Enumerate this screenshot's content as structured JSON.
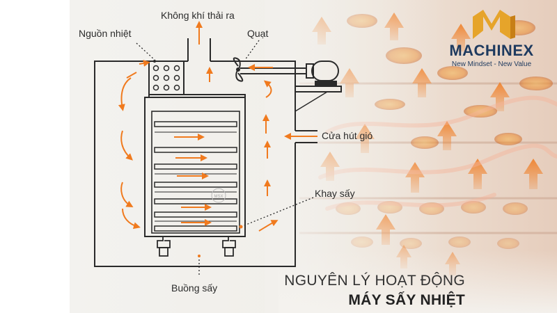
{
  "brand": {
    "name": "MACHINEX",
    "tagline": "New Mindset - New Value",
    "logo_icon": "m-letter-logo-icon"
  },
  "labels": {
    "exhaust": "Không khí thải ra",
    "heat_source": "Nguồn nhiệt",
    "fan": "Quạt",
    "air_intake": "Cửa hút gió",
    "tray": "Khay sấy",
    "chamber": "Buồng sấy",
    "watermark": "MSX"
  },
  "title": {
    "line1": "NGUYÊN LÝ HOẠT ĐỘNG",
    "line2": "MÁY SẤY NHIỆT"
  },
  "colors": {
    "accent": "#f07a1e",
    "line": "#2a2a2a",
    "brand": "#1e3a5f",
    "brand_gold": "#e6a42a"
  }
}
